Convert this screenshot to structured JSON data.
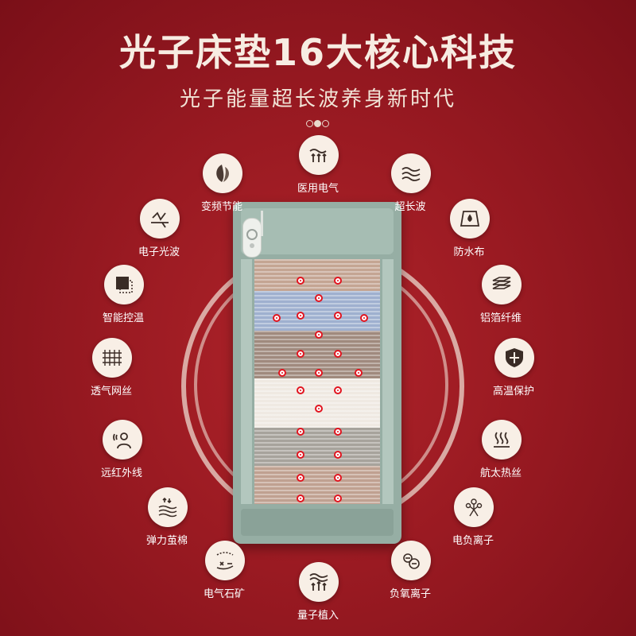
{
  "header": {
    "title": "光子床垫16大核心科技",
    "subtitle": "光子能量超长波养身新时代"
  },
  "features": [
    {
      "label": "变频节能",
      "icon": "leaf-icon"
    },
    {
      "label": "医用电气",
      "icon": "medical-electric-icon"
    },
    {
      "label": "超长波",
      "icon": "wave-icon"
    },
    {
      "label": "电子光波",
      "icon": "light-wave-icon"
    },
    {
      "label": "防水布",
      "icon": "waterproof-icon"
    },
    {
      "label": "智能控温",
      "icon": "temperature-control-icon"
    },
    {
      "label": "铝箔纤维",
      "icon": "foil-layers-icon"
    },
    {
      "label": "透气网丝",
      "icon": "mesh-icon"
    },
    {
      "label": "高温保护",
      "icon": "shield-icon"
    },
    {
      "label": "远红外线",
      "icon": "infrared-person-icon"
    },
    {
      "label": "航太热丝",
      "icon": "heat-wire-icon"
    },
    {
      "label": "弹力茧棉",
      "icon": "cotton-icon"
    },
    {
      "label": "电负离子",
      "icon": "ion-icon"
    },
    {
      "label": "电气石矿",
      "icon": "tourmaline-icon"
    },
    {
      "label": "负氧离子",
      "icon": "negative-oxygen-icon"
    },
    {
      "label": "量子植入",
      "icon": "quantum-icon"
    }
  ],
  "colors": {
    "background": "#9a1a22",
    "mat": "#96aea4",
    "accent_point": "#e1141f",
    "icon_bg": "#f8efe6"
  }
}
